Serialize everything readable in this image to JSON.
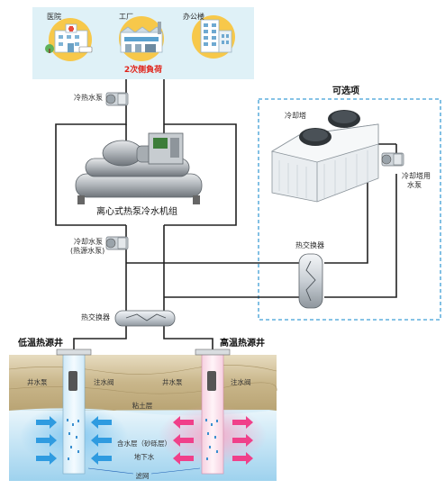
{
  "top_panel": {
    "buildings": [
      "医院",
      "工厂",
      "办公楼"
    ],
    "load_label": "2次侧負荷"
  },
  "equipment": {
    "chilled_pump": "冷热水泵",
    "chiller": "离心式热泵冷水机组",
    "cooling_pump_line1": "冷却水泵",
    "cooling_pump_line2": "(热源水泵)",
    "heat_exchanger_lower": "热交换器",
    "heat_exchanger_upper": "热交换器"
  },
  "optional_box": {
    "title": "可选项",
    "cooling_tower": "冷却塔",
    "tower_pump_line1": "冷却塔用",
    "tower_pump_line2": "水泵"
  },
  "wells": {
    "low_temp": "低温热源井",
    "high_temp": "高温热源井"
  },
  "ground": {
    "well_pump_left": "井水泵",
    "injection_valve_left": "注水阀",
    "well_pump_right": "井水泵",
    "injection_valve_right": "注水阀",
    "clay_layer": "粘土层",
    "aquifer": "含水层（砂砾层）",
    "groundwater": "地下水",
    "filter_screen": "滤网"
  },
  "colors": {
    "top_panel_bg": "#dff1f7",
    "pipe": "#222222",
    "optional_border": "#3f9fd6",
    "load_text": "#e0241a",
    "cold_arrow": "#2f9be0",
    "hot_arrow": "#f0408a",
    "soil": "#c8b58a",
    "aquifer_water": "#bfe3f5"
  }
}
